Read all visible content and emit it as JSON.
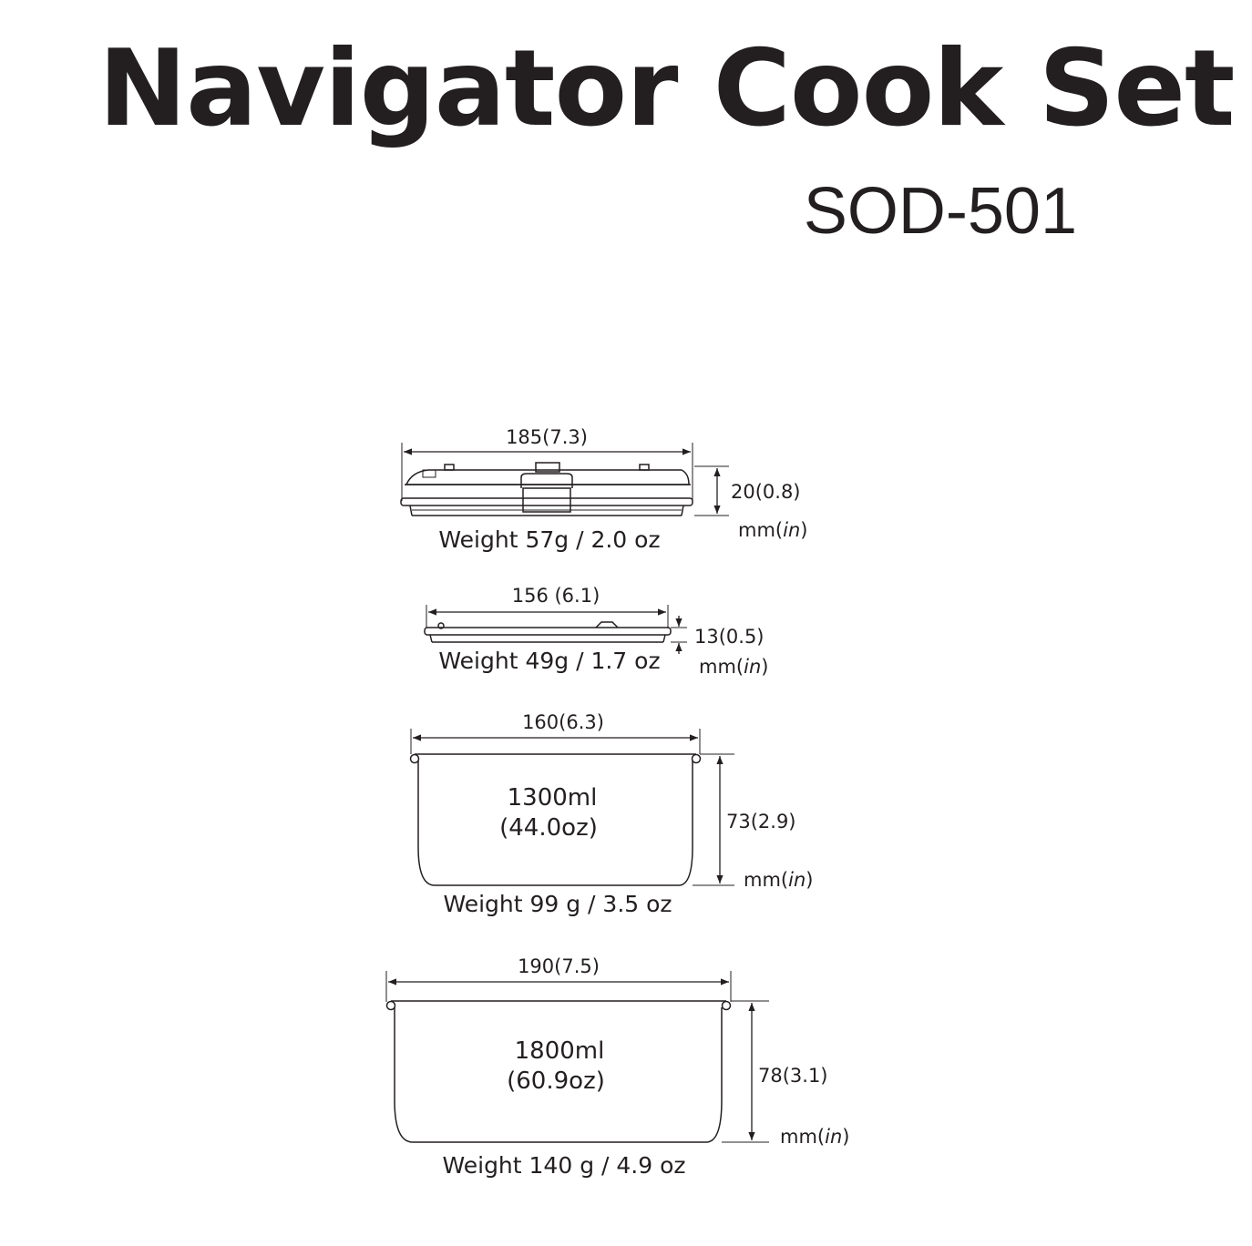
{
  "header": {
    "title": "Navigator Cook Set",
    "model": "SOD-501"
  },
  "components": [
    {
      "id": "lid-large",
      "width_label": "185(7.3)",
      "height_label": "20(0.8)",
      "unit_label": "mm",
      "unit_alt": "in",
      "weight_label": "Weight 57g / 2.0 oz"
    },
    {
      "id": "lid-small",
      "width_label": "156 (6.1)",
      "height_label": "13(0.5)",
      "unit_label": "mm",
      "unit_alt": "in",
      "weight_label": "Weight 49g / 1.7 oz"
    },
    {
      "id": "pot-small",
      "width_label": "160(6.3)",
      "height_label": "73(2.9)",
      "unit_label": "mm",
      "unit_alt": "in",
      "capacity_ml": "1300ml",
      "capacity_oz": "(44.0oz)",
      "weight_label": "Weight 99 g / 3.5 oz"
    },
    {
      "id": "pot-large",
      "width_label": "190(7.5)",
      "height_label": "78(3.1)",
      "unit_label": "mm",
      "unit_alt": "in",
      "capacity_ml": "1800ml",
      "capacity_oz": "(60.9oz)",
      "weight_label": "Weight 140 g / 4.9 oz"
    }
  ],
  "colors": {
    "ink": "#231f20",
    "background": "#ffffff"
  }
}
